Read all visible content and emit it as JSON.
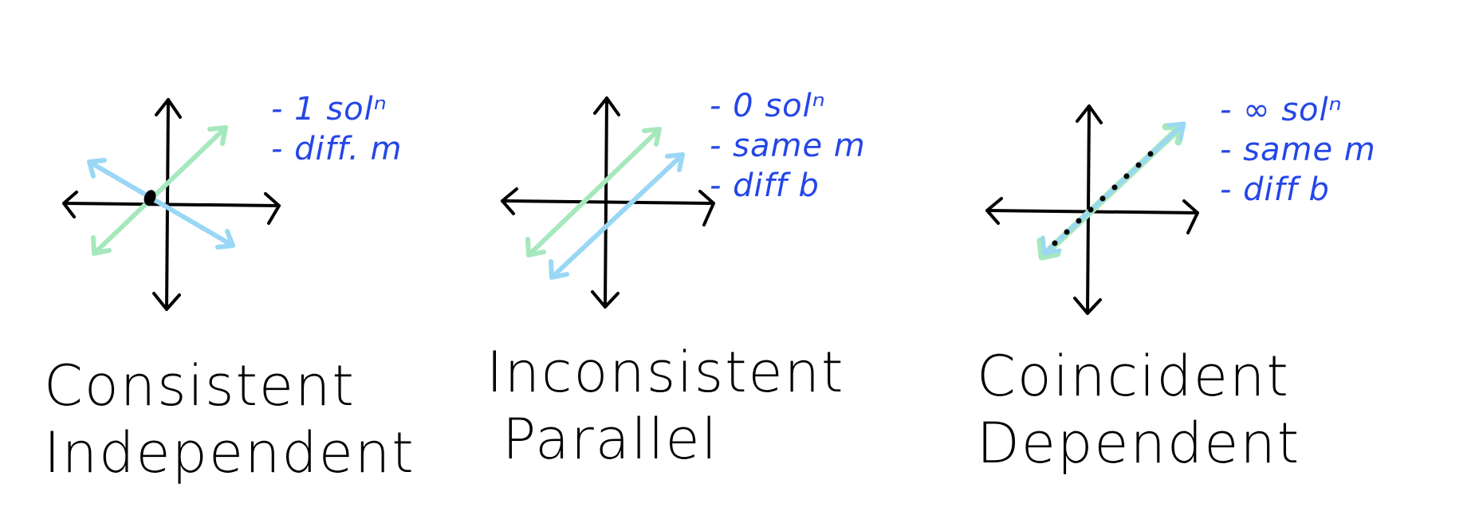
{
  "colors": {
    "axis": "#000000",
    "notes_ink": "#2446e8",
    "line_green": "#a6e8bd",
    "line_blue": "#9ad7f5",
    "point": "#000000"
  },
  "panels": [
    {
      "id": "consistent-independent",
      "notes": [
        "1 solⁿ",
        "diff. m"
      ],
      "title": [
        "Consistent",
        "Independent"
      ],
      "lines": [
        {
          "color": "line_green",
          "type": "intersecting"
        },
        {
          "color": "line_blue",
          "type": "intersecting"
        }
      ],
      "marker": "intersection-point"
    },
    {
      "id": "inconsistent-parallel",
      "notes": [
        "0 solⁿ",
        "same m",
        "diff b"
      ],
      "title": [
        "Inconsistent",
        "Parallel"
      ],
      "lines": [
        {
          "color": "line_green",
          "type": "parallel"
        },
        {
          "color": "line_blue",
          "type": "parallel"
        }
      ]
    },
    {
      "id": "coincident-dependent",
      "notes": [
        "∞ solⁿ",
        "same m",
        "diff b"
      ],
      "title": [
        "Coincident",
        "Dependent"
      ],
      "lines": [
        {
          "color": "line_green",
          "type": "coincident"
        },
        {
          "color": "line_blue",
          "type": "coincident"
        }
      ],
      "marker": "dotted-overlap"
    }
  ]
}
